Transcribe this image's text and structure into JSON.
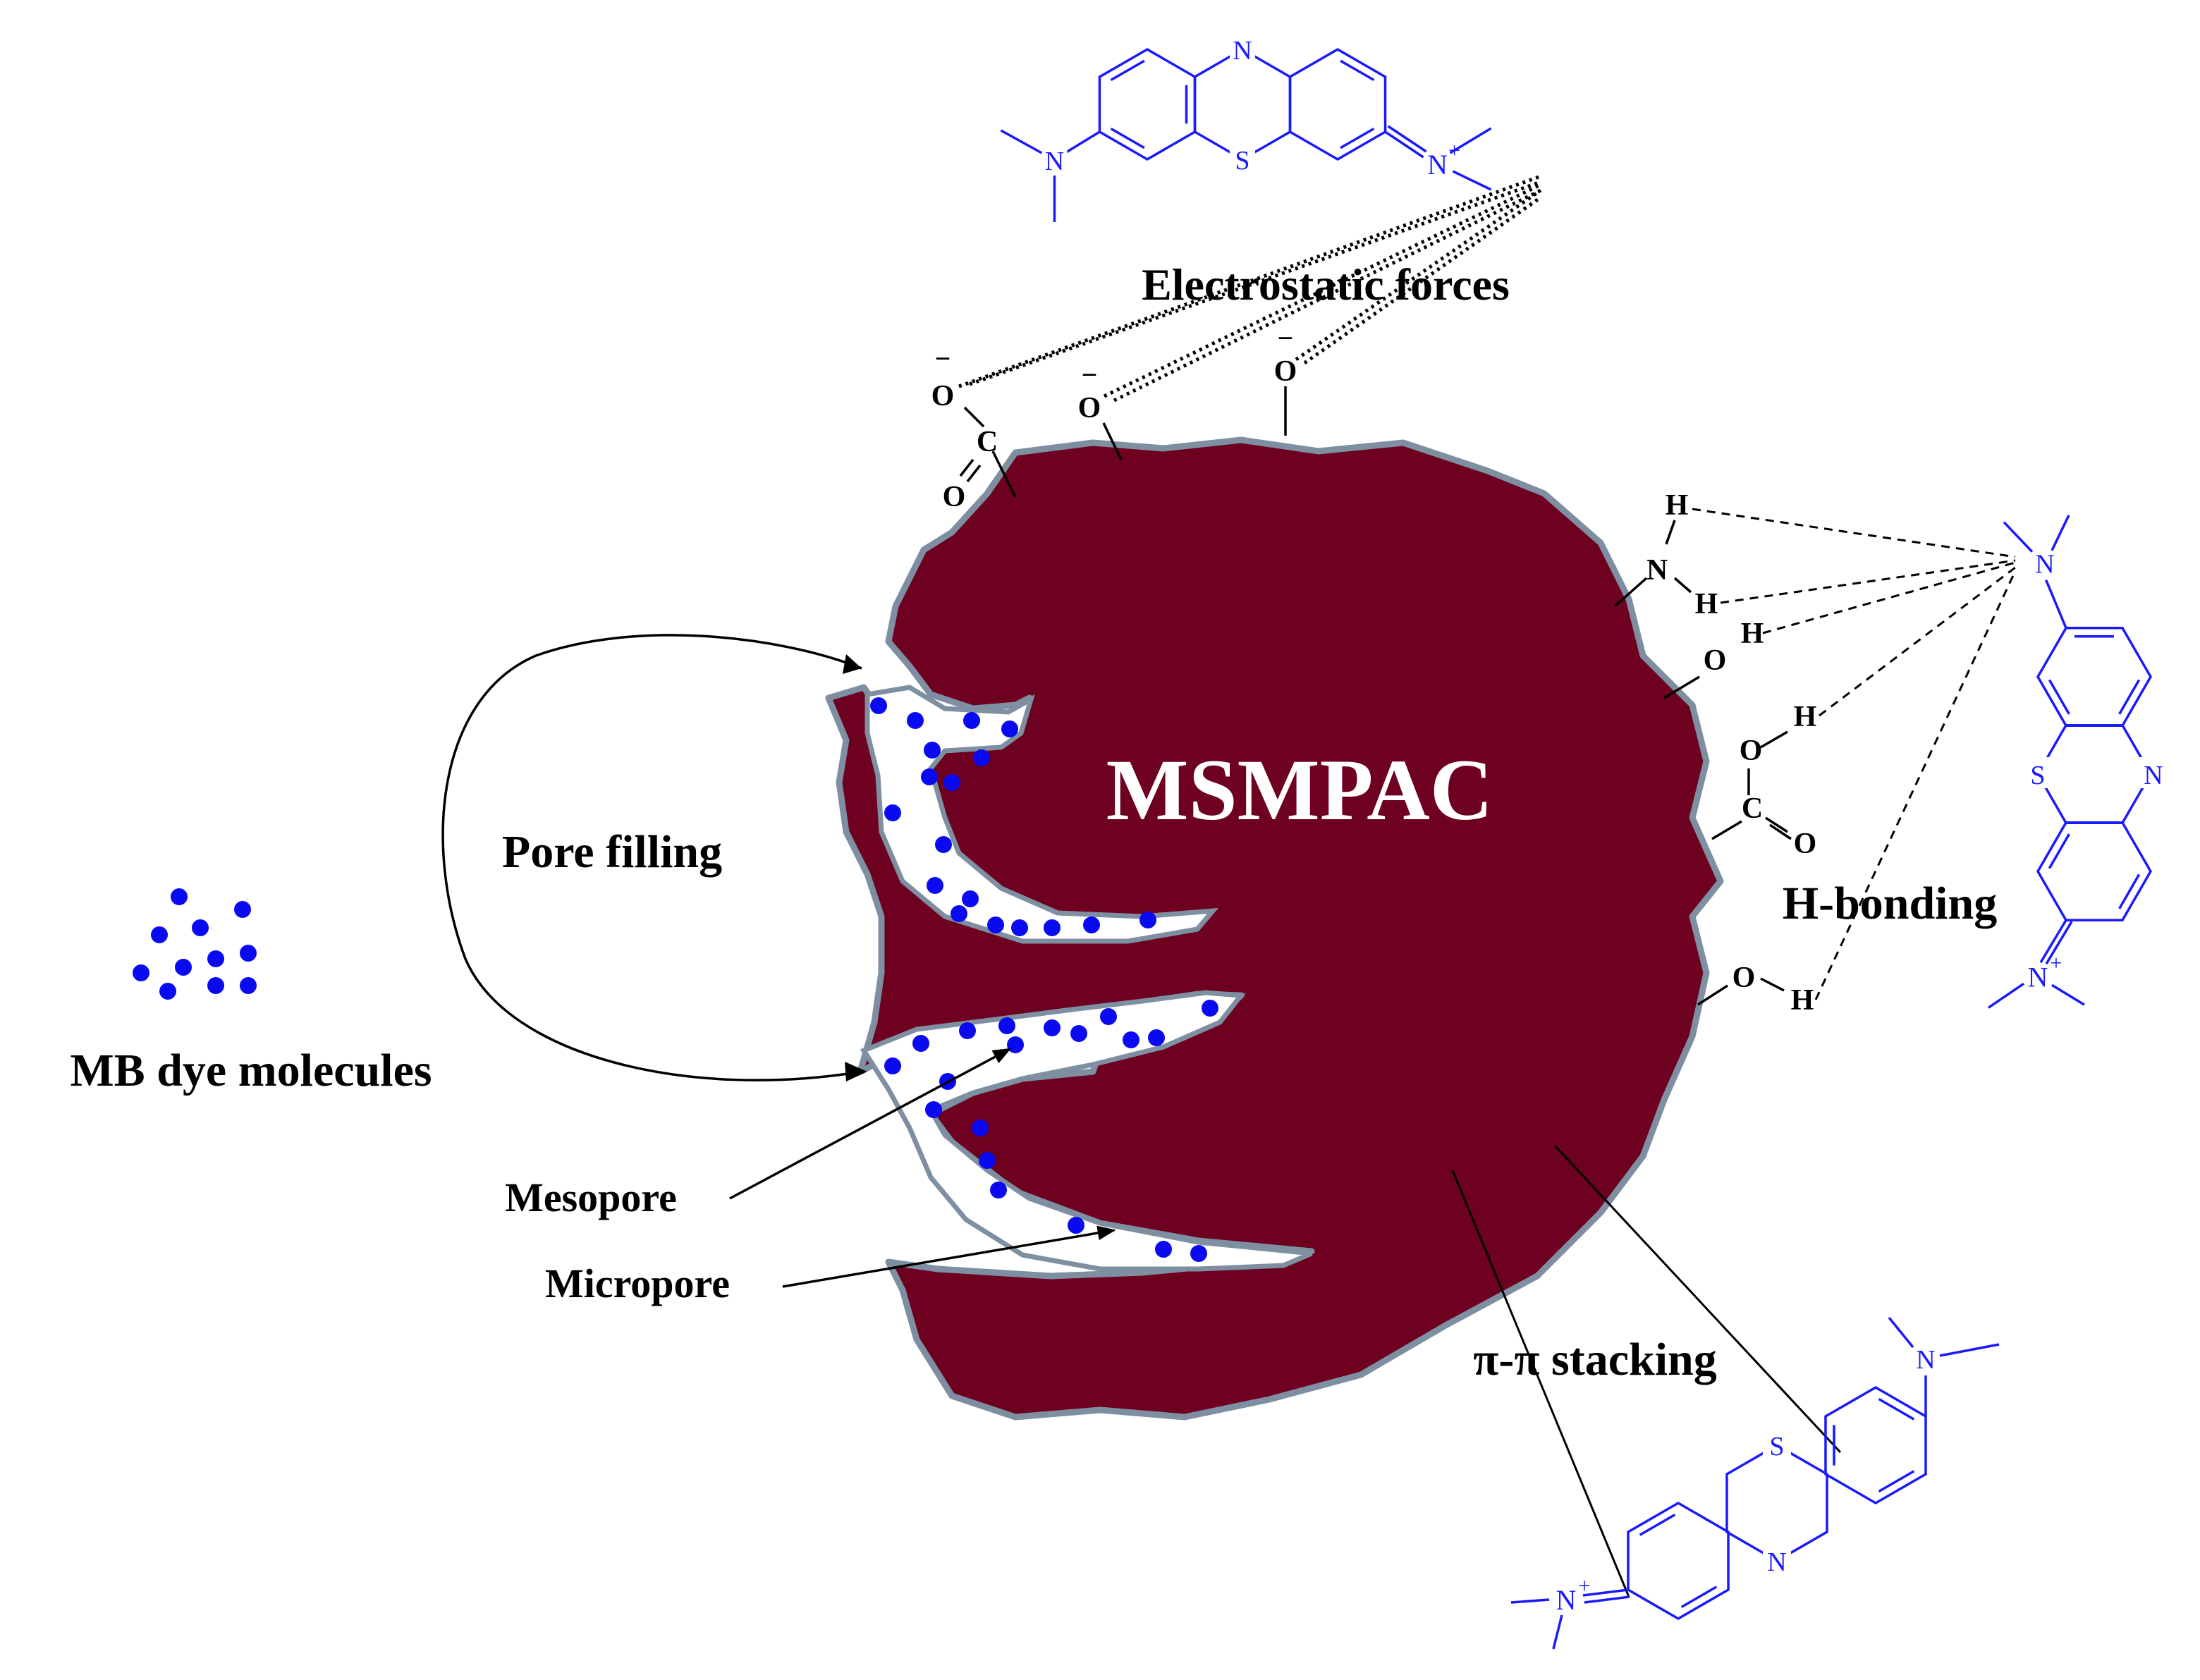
{
  "labels": {
    "center": "MSMPAC",
    "electrostatic": "Electrostatic forces",
    "h_bonding": "H-bonding",
    "pi_stacking": "π-π stacking",
    "pore_filling": "Pore filling",
    "mb_dye": "MB dye molecules",
    "mesopore": "Mesopore",
    "micropore": "Micropore"
  },
  "atoms": {
    "N": "N",
    "S": "S",
    "O": "O",
    "C": "C",
    "H": "H",
    "plus": "+",
    "minus": "−"
  },
  "colors": {
    "particle": "#6e0020",
    "particle_edge": "#7d8fa0",
    "molecule": "#1a1aff",
    "dot": "#0a0af0",
    "text": "#000000",
    "center_text": "#ffffff"
  }
}
